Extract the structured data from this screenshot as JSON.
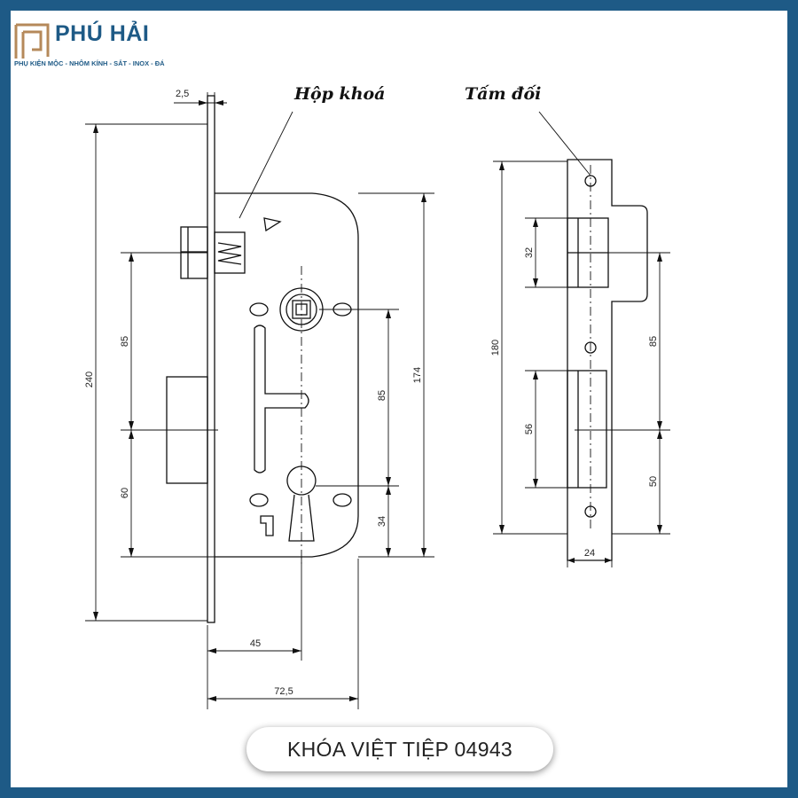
{
  "brand": {
    "name": "PHÚ HẢI",
    "tagline": "PHỤ KIỆN MỘC - NHÔM KÍNH - SẮT - INOX - ĐÁ",
    "color": "#1e5a86"
  },
  "labels": {
    "lock_body": "Hộp khoá",
    "strike_plate": "Tấm đối"
  },
  "dimensions": {
    "faceplate_thickness": "2,5",
    "total_height": "240",
    "handle_to_latch": "85",
    "latch_to_bottom": "60",
    "case_height": "174",
    "handle_to_cylinder": "85",
    "cylinder_to_bottom": "34",
    "backset": "45",
    "case_depth": "72,5",
    "strike_height": "180",
    "latch_slot": "32",
    "bolt_slot": "56",
    "strike_slot_spacing": "85",
    "strike_bottom": "50",
    "strike_width": "24"
  },
  "caption": "KHÓA VIỆT TIỆP 04943",
  "colors": {
    "frame": "#1e5a86",
    "line": "#111111"
  }
}
